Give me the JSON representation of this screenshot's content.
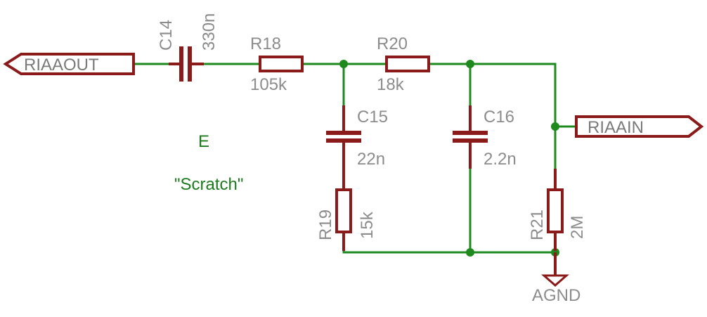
{
  "colors": {
    "wire": "#1e8a1e",
    "symbol": "#8b1a1a",
    "label": "#8c8c8c",
    "note": "#1e7a1e"
  },
  "ports": {
    "out": "RIAAOUT",
    "in": "RIAAIN"
  },
  "ground": "AGND",
  "components": {
    "c14": {
      "name": "C14",
      "value": "330n"
    },
    "r18": {
      "name": "R18",
      "value": "105k"
    },
    "r20": {
      "name": "R20",
      "value": "18k"
    },
    "c15": {
      "name": "C15",
      "value": "22n"
    },
    "c16": {
      "name": "C16",
      "value": "2.2n"
    },
    "r19": {
      "name": "R19",
      "value": "15k"
    },
    "r21": {
      "name": "R21",
      "value": "2M"
    }
  },
  "notes": {
    "section": "E",
    "subtitle": "\"Scratch\""
  }
}
